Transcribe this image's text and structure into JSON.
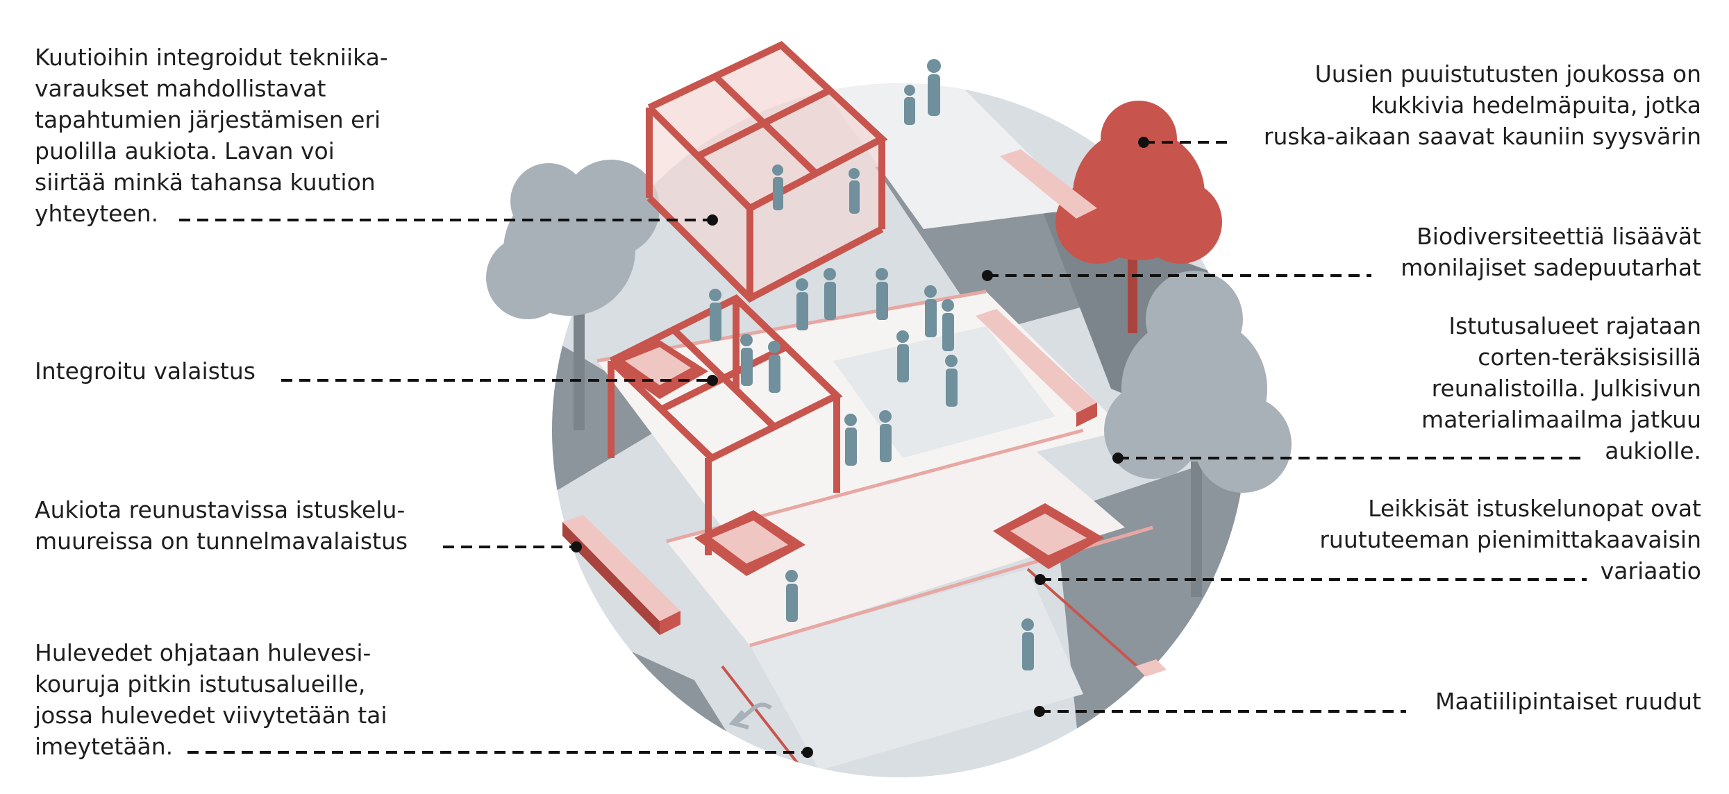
{
  "colors": {
    "brick": "#c8554d",
    "brick_dark": "#a8443d",
    "brick_light": "#f0c6c2",
    "paving_light": "#dfe3e7",
    "paving_white": "#f6f4f3",
    "planting": "#8d959c",
    "planting_dark": "#6e767d",
    "tree_grey": "#a9b1b8",
    "people": "#6f909c",
    "leader": "#111111"
  },
  "annotations": {
    "tech_cubes": "Kuutioihin integroidut tekniika-\nvaraukset mahdollistavat\ntapahtumien järjestämisen eri\npuolilla aukiota. Lavan voi\nsiirtää minkä tahansa kuution\nyhteyteen.",
    "lighting": "Integroitu valaistus",
    "seat_walls": "Aukiota reunustavissa istuskelu-\nmuureissa on tunnelmavalaistus",
    "stormwater": "Hulevedet ohjataan hulevesi-\nkouruja pitkin istutusalueille,\njossa hulevedet viivytetään tai\nimeytetään.",
    "fruit_trees": "Uusien puuistutusten joukossa on\nkukkivia hedelmäpuita, jotka\nruska-aikaan saavat kauniin syysvärin",
    "rain_gardens": "Biodiversiteettiä lisäävät\nmonilajiset sadepuutarhat",
    "corten_edges": "Istutusalueet rajataan\ncorten-teräksisisillä\nreunalistoilla. Julkisivun\nmaterialimaailma jatkuu\naukiolle.",
    "play_seats": "Leikkisät istuskelunopat ovat\nruututeeman pienimittakaavaisin\nvariaatio",
    "paving_tiles": "Maatiilipintaiset ruudut"
  },
  "icons": [
    "tree-grey-icon",
    "tree-red-icon",
    "person-icon",
    "stage-cube-icon",
    "pergola-icon",
    "seat-cubes-icon",
    "drain-arrow-icon"
  ]
}
